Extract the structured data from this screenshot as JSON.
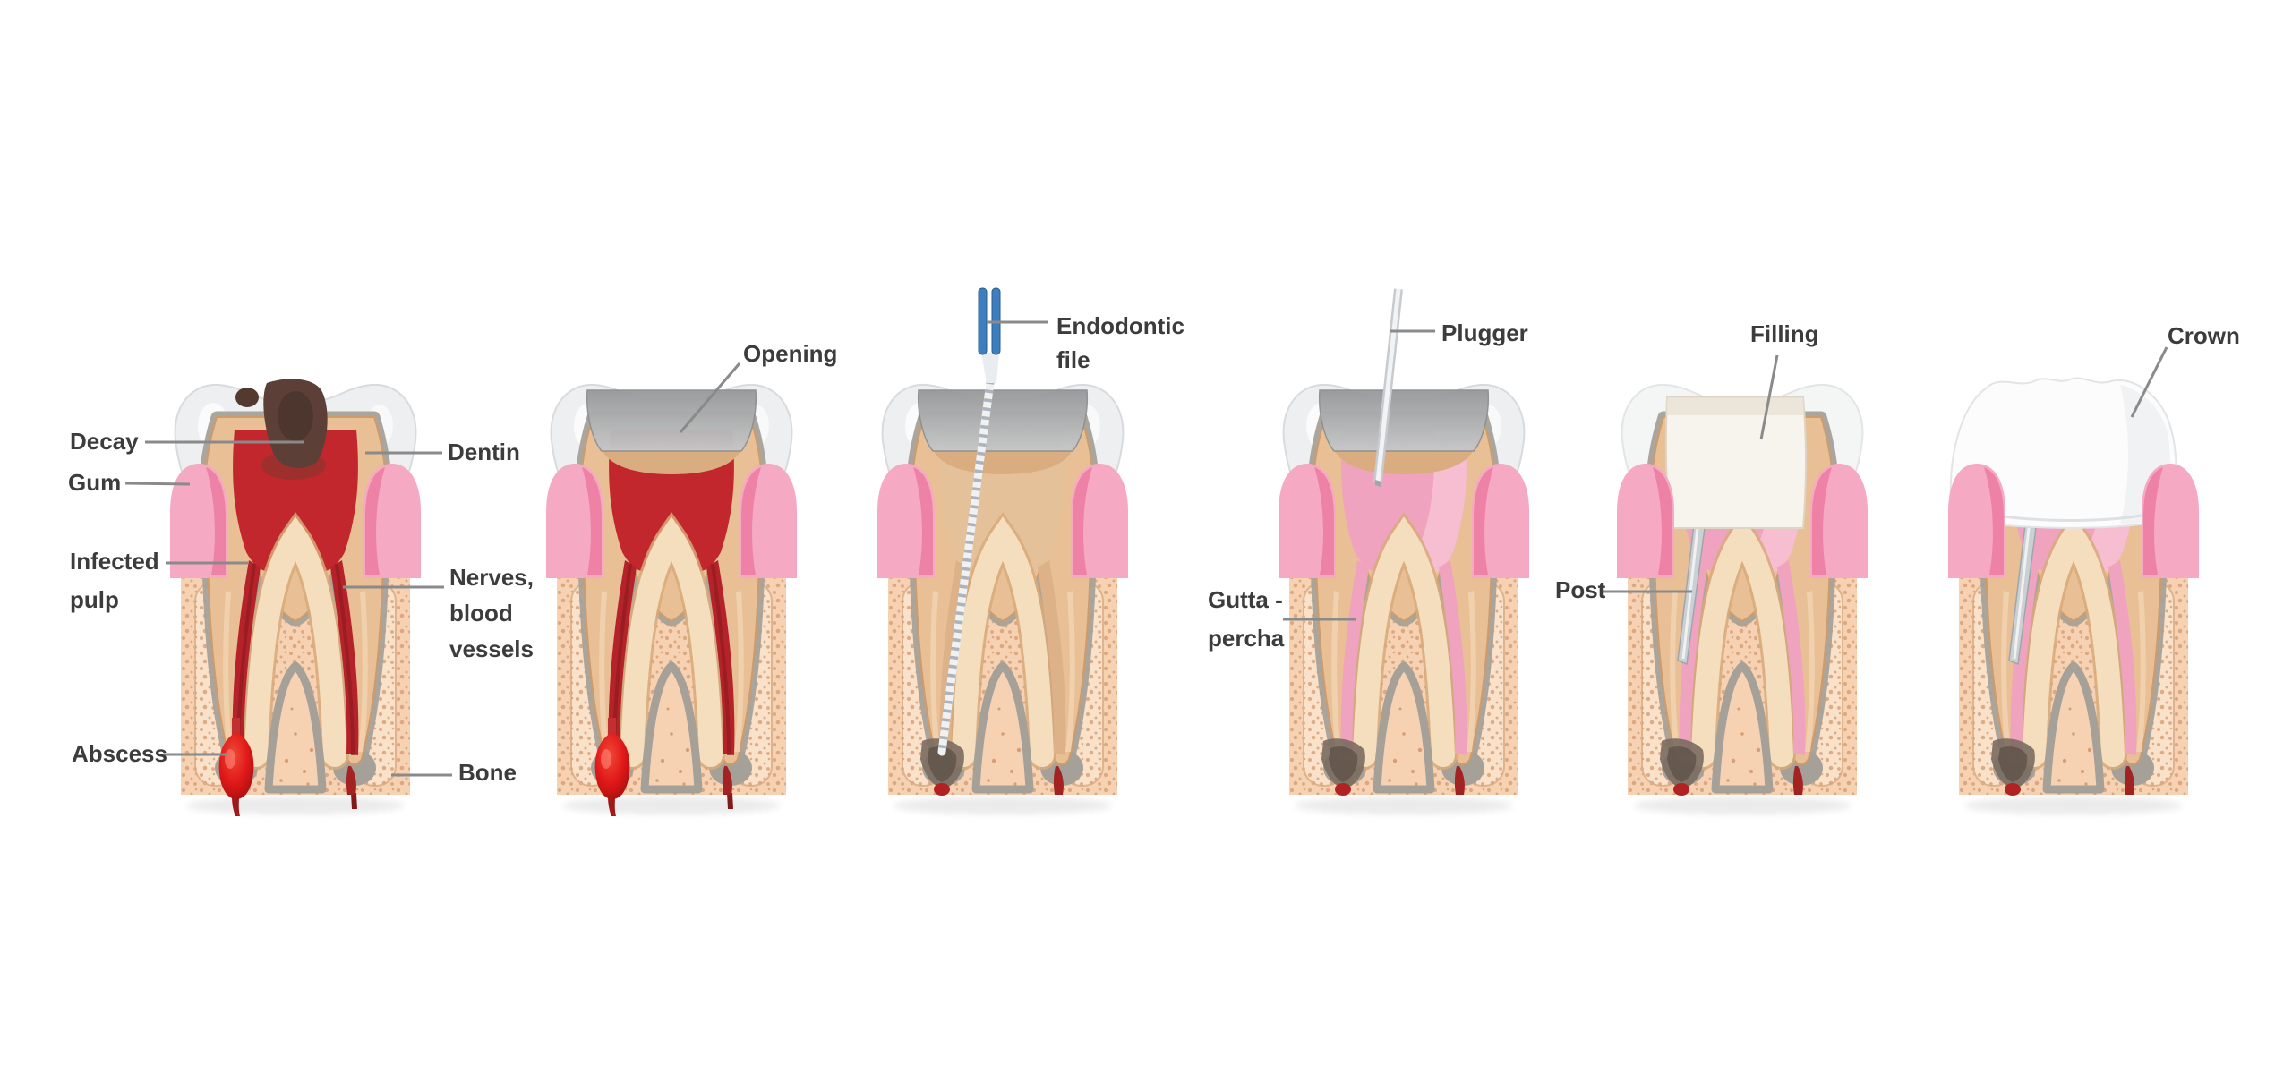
{
  "figure": {
    "type": "medical-diagram",
    "subject": "Stages of root canal treatment of a tooth"
  },
  "labels": {
    "decay": "Decay",
    "gum": "Gum",
    "infected_pulp": [
      "Infected",
      "pulp"
    ],
    "abscess": "Abscess",
    "dentin": "Dentin",
    "nerves": [
      "Nerves,",
      "blood",
      "vessels"
    ],
    "bone": "Bone",
    "opening": "Opening",
    "endodontic_file": [
      "Endodontic",
      "file"
    ],
    "plugger": "Plugger",
    "gutta_percha": [
      "Gutta -",
      "percha"
    ],
    "post": "Post",
    "filling": "Filling",
    "crown": "Crown"
  },
  "stages": [
    {
      "id": "infected-tooth",
      "features": [
        "enamel",
        "decay",
        "infected-pulp",
        "abscess"
      ]
    },
    {
      "id": "opening",
      "features": [
        "enamel",
        "opening",
        "infected-pulp",
        "abscess"
      ]
    },
    {
      "id": "endodontic-file",
      "features": [
        "enamel",
        "opening",
        "cleaned",
        "file",
        "lesion"
      ]
    },
    {
      "id": "gutta-percha",
      "features": [
        "enamel",
        "opening",
        "gutta",
        "plugger",
        "lesion"
      ]
    },
    {
      "id": "post-filling",
      "features": [
        "enamel-faint",
        "filling",
        "gutta",
        "post",
        "lesion"
      ]
    },
    {
      "id": "crown",
      "features": [
        "crown",
        "gutta",
        "post",
        "lesion"
      ]
    }
  ],
  "colors": {
    "background": "#ffffff",
    "label_text": "#3c3c3c",
    "leader_line": "#8a8a8a",
    "bone": "#f6d2b3",
    "bone_dots": "#d69e74",
    "bone_band": "#b6a18a",
    "gum_light": "#f6a9c2",
    "gum_dark": "#ec7aa1",
    "ligament": "#a6a198",
    "dentin": "#e9bf95",
    "dentin_light": "#f5debe",
    "enamel": "#edeff1",
    "pulp_red": "#c1272d",
    "vessel_orange": "#e39a36",
    "decay_brown": "#5c4037",
    "opening_gray": "#97999b",
    "file_blue": "#3e7ebe",
    "instrument_silver": "#d6d9db",
    "gutta_pink": "#f0a3bf",
    "filling_white": "#f7f4ee",
    "crown_white": "#fcfcfd",
    "abscess_red": "#e01818"
  }
}
